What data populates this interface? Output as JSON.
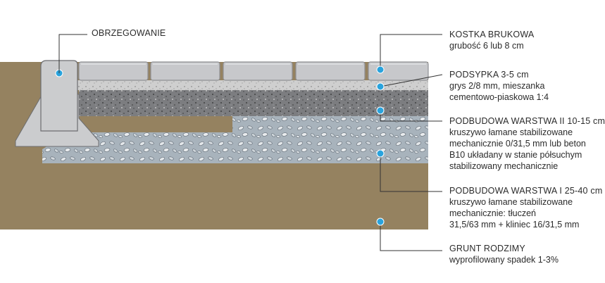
{
  "colors": {
    "soil": "#958260",
    "paver": "#c7c8cb",
    "paver_edge": "#8f9094",
    "bedding": "#c9c9c9",
    "base2": "#7a7b7e",
    "base1": "#a9b2ba",
    "curb": "#cbccce",
    "line": "#333333",
    "dot": "#29a3dd"
  },
  "labels": {
    "curb": {
      "title": "OBRZEGOWANIE"
    },
    "paver": {
      "title": "KOSTKA BRUKOWA",
      "desc": [
        "grubość 6 lub 8 cm"
      ]
    },
    "bedding": {
      "title": "PODSYPKA 3-5 cm",
      "desc": [
        "grys 2/8 mm, mieszanka",
        "cementowo-piaskowa 1:4"
      ]
    },
    "base2": {
      "title": "PODBUDOWA WARSTWA II 10-15 cm",
      "desc": [
        "kruszywo łamane stabilizowane",
        "mechanicznie 0/31,5 mm lub beton",
        "B10 układany w stanie półsuchym",
        "stabilizowany mechanicznie"
      ]
    },
    "base1": {
      "title": "PODBUDOWA WARSTWA I 25-40 cm",
      "desc": [
        "kruszywo łamane stabilizowane",
        "mechanicznie: tłuczeń",
        "31,5/63 mm + kliniec 16/31,5 mm"
      ]
    },
    "soil": {
      "title": "GRUNT RODZIMY",
      "desc": [
        "wyprofilowany spadek 1-3%"
      ]
    }
  }
}
